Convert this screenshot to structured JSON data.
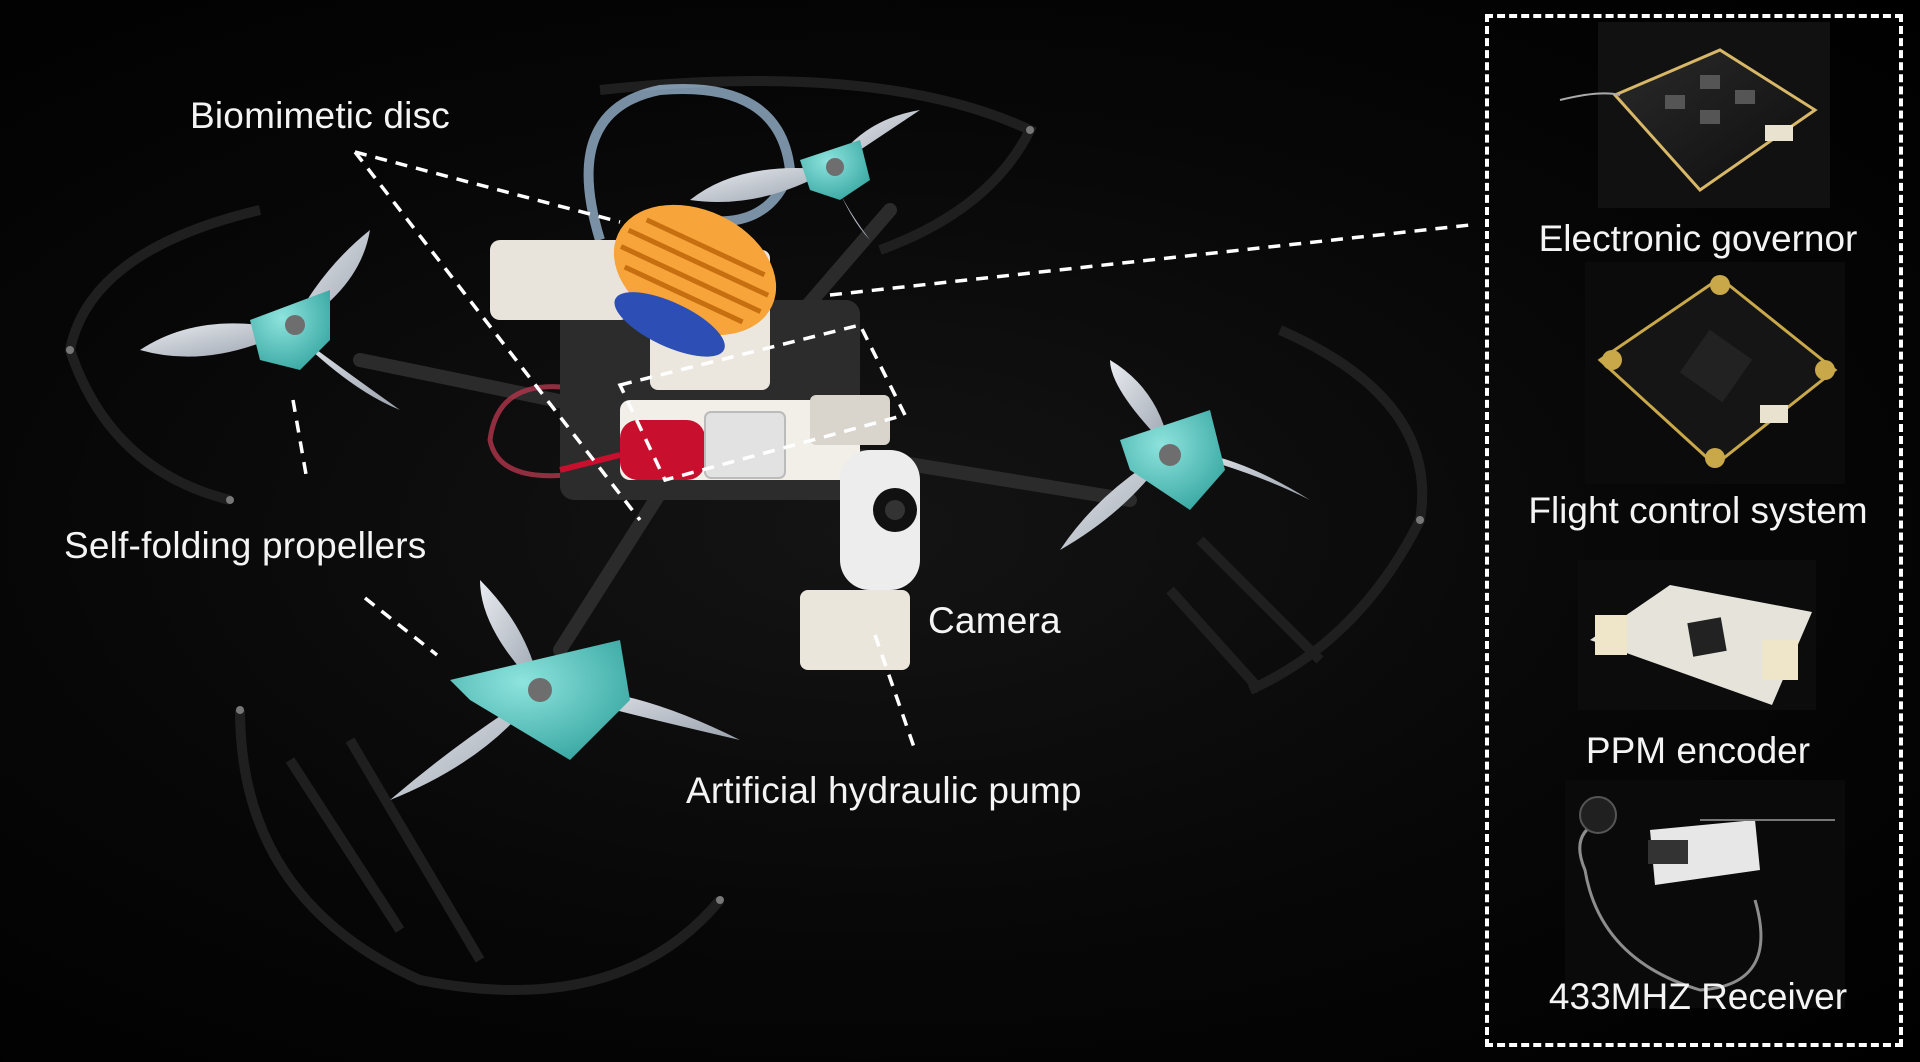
{
  "labels": {
    "biomimetic_disc": "Biomimetic disc",
    "self_folding_propellers": "Self-folding propellers",
    "camera": "Camera",
    "artificial_hydraulic_pump": "Artificial hydraulic pump"
  },
  "components": [
    {
      "name": "Electronic governor",
      "icon": "electronic-governor-board"
    },
    {
      "name": "Flight control system",
      "icon": "flight-controller-board"
    },
    {
      "name": "PPM encoder",
      "icon": "ppm-encoder-board"
    },
    {
      "name": "433MHZ Receiver",
      "icon": "receiver-with-antenna"
    }
  ],
  "colors": {
    "background": "#000000",
    "propeller_hub": "#5ec9c3",
    "disc": "#f7a43a",
    "pump_liquid": "#c8102e",
    "label_text": "#f4f4f4"
  }
}
